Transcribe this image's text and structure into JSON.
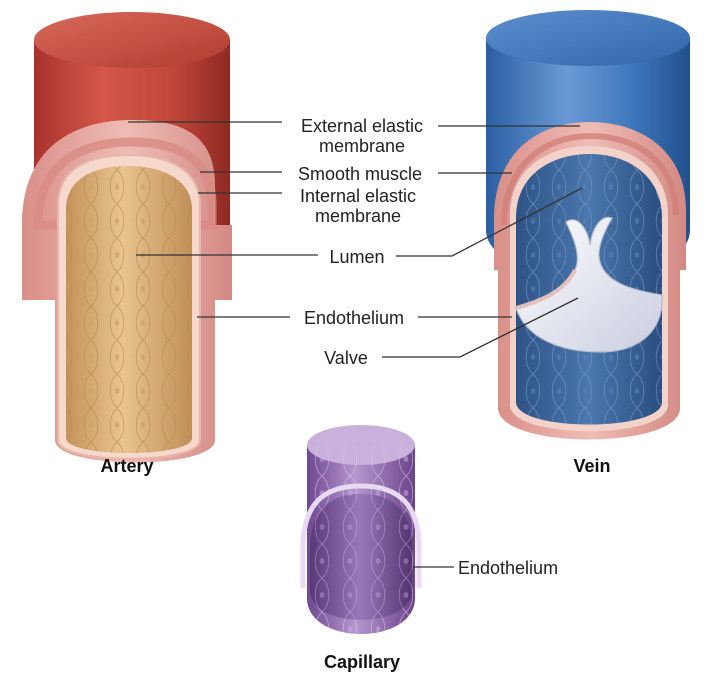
{
  "labels": {
    "external_elastic_line1": "External elastic",
    "external_elastic_line2": "membrane",
    "smooth_muscle": "Smooth muscle",
    "internal_elastic_line1": "Internal elastic",
    "internal_elastic_line2": "membrane",
    "lumen": "Lumen",
    "endothelium": "Endothelium",
    "valve": "Valve",
    "capillary_endothelium": "Endothelium"
  },
  "vessels": {
    "artery": "Artery",
    "vein": "Vein",
    "capillary": "Capillary"
  },
  "colors": {
    "artery_outer": "#c0473a",
    "artery_lumen": "#d9b27c",
    "vessel_wall": "#e4a6a2",
    "vein_outer": "#3a73b8",
    "vein_lumen": "#3a6294",
    "capillary": "#8b62a8",
    "valve": "#eef0f6"
  }
}
